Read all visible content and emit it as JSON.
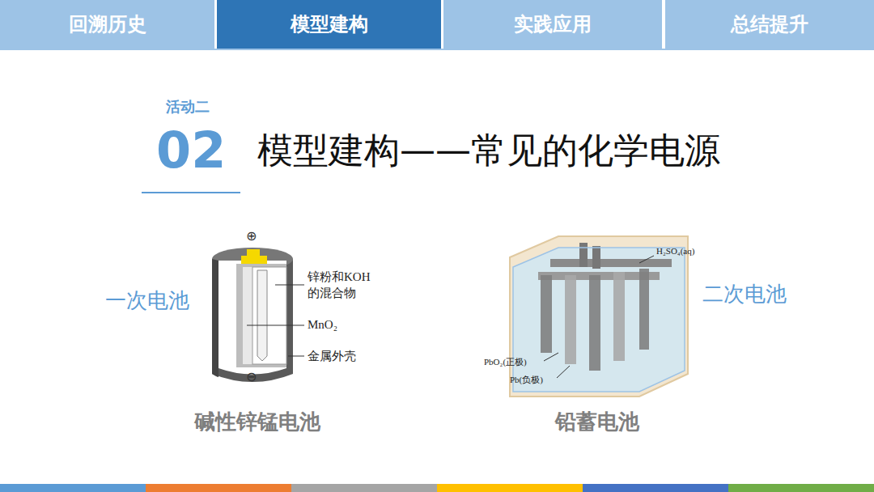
{
  "diagram": {
    "title": "模型建构——常见的化学电源",
    "nodes": [
      {
        "text": [
          "回溯历史"
        ]
      },
      {
        "text": [
          "模型建构"
        ]
      },
      {
        "text": [
          "实践应用"
        ]
      },
      {
        "text": [
          "总结提升"
        ]
      }
    ],
    "labels": [
      "活动二",
      "02",
      "一次电池",
      "二次电池",
      "⊕",
      "锌粉和KOH的混合物",
      "MnO₂",
      "金属外壳",
      "⊖",
      "H₂SO₄(aq)",
      "PbO₂(正极)",
      "Pb(负极)",
      "碱性锌锰电池",
      "铅蓄电池"
    ]
  }
}
